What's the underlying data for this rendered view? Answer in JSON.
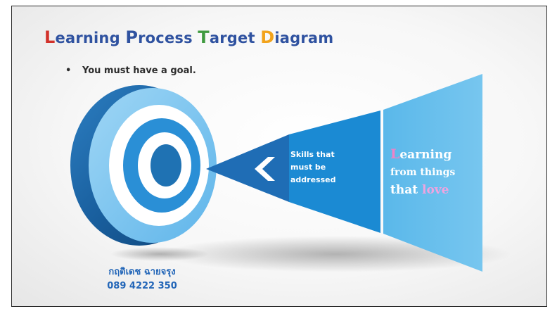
{
  "slide": {
    "title": {
      "word1_initial": "L",
      "word1_rest": "earning ",
      "word2_initial": "P",
      "word2_rest": "rocess ",
      "word3_initial": "T",
      "word3_rest": "arget ",
      "word4_initial": "D",
      "word4_rest": "iagram",
      "initial_colors": [
        "#d2322b",
        "#2f52a0",
        "#3f9a3f",
        "#f2a31b"
      ]
    },
    "bullet": "You must have a goal.",
    "cone": {
      "segment_skills": [
        "Skills that",
        "must be",
        "addressed"
      ],
      "segment_learning": {
        "line1_initial": "L",
        "line1_rest": "earning",
        "line2": "from things",
        "line3_prefix": "that ",
        "line3_highlight": "love"
      },
      "arrow_icon": "chevron-left-icon"
    },
    "contact": {
      "name": "กฤติเดช ฉายจรุง",
      "phone": "089 4222 350"
    },
    "colors": {
      "title_text": "#2f52a0",
      "target_dark": "#1f72b3",
      "target_mid": "#2a8fd6",
      "target_light": "#77c2ef",
      "cone_tip": "#1f6db5",
      "cone_mid": "#1b8ad3",
      "cone_wide": "#62bdea",
      "contact_text": "#2366b8"
    }
  }
}
